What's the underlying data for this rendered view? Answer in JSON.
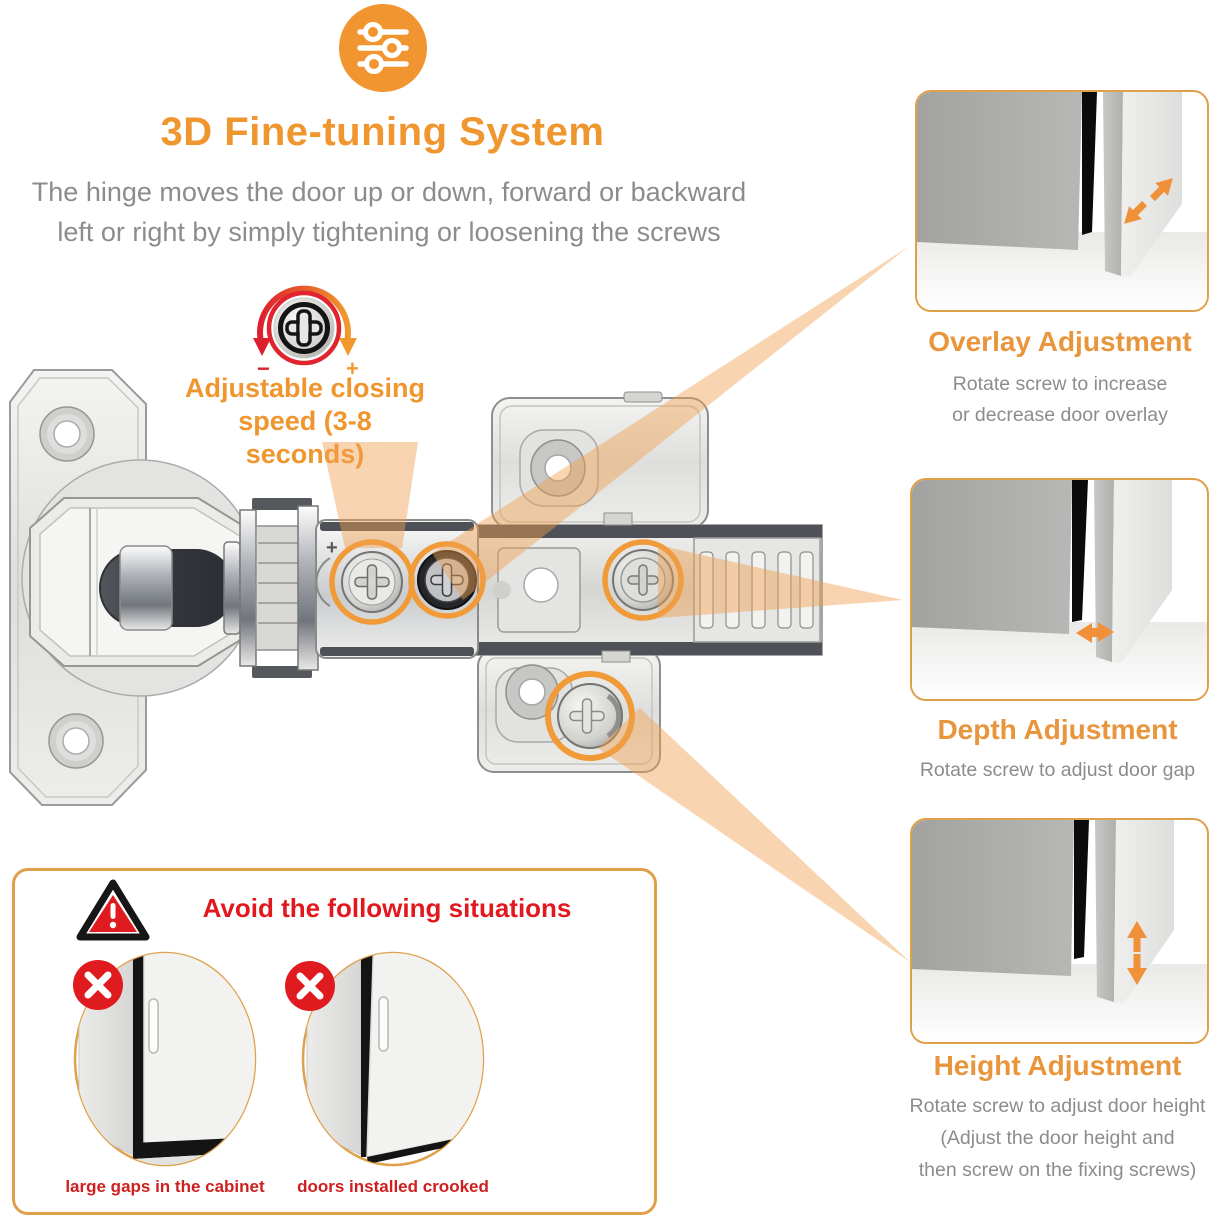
{
  "header": {
    "icon": "sliders-icon",
    "title": "3D Fine-tuning System",
    "subtitle": [
      "The hinge moves the door up or down, forward or backward",
      "left or right by simply tightening or loosening the screws"
    ]
  },
  "speed_callout": {
    "icon": "rotate-screw-icon",
    "minus": "−",
    "plus": "+",
    "label": [
      "Adjustable closing",
      "speed (3-8 seconds)"
    ]
  },
  "hinge": {
    "name": "soft-close cabinet hinge with mounting plate",
    "plus_mark": "+"
  },
  "adjustment_panels": [
    {
      "title": "Overlay Adjustment",
      "description": [
        "Rotate screw to increase",
        "or decrease door overlay"
      ],
      "illustration": "door-overlay-diagonal-arrows"
    },
    {
      "title": "Depth Adjustment",
      "description": [
        "Rotate screw to adjust door gap"
      ],
      "illustration": "door-depth-horizontal-arrows"
    },
    {
      "title": "Height Adjustment",
      "description": [
        "Rotate screw to adjust door height",
        "(Adjust the door height and",
        "then screw on the fixing screws)"
      ],
      "illustration": "door-height-vertical-arrows"
    }
  ],
  "warning_box": {
    "icon": "warning-triangle-icon",
    "title": "Avoid the following situations",
    "situations": [
      {
        "icon": "x-mark-icon",
        "caption": "large gaps in the cabinet"
      },
      {
        "icon": "x-mark-icon",
        "caption": "doors installed crooked"
      }
    ]
  },
  "colors": {
    "accent_orange": "#F0962F",
    "heading_orange": "#E8953C",
    "panel_border": "#E0A04A",
    "beam_orange": "#F0A050",
    "text_gray": "#8C8C8C",
    "alert_red": "#E2181F",
    "caption_red": "#CF1F1F"
  }
}
